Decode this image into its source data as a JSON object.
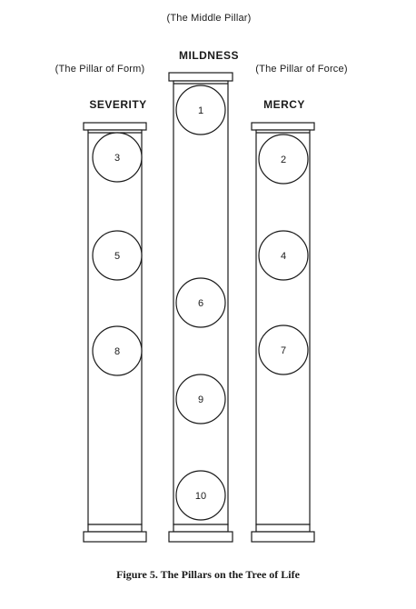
{
  "middle_label": "(The Middle Pillar)",
  "left_label": "(The Pillar of Form)",
  "right_label": "(The Pillar of Force)",
  "pillars": {
    "left": {
      "name": "SEVERITY",
      "spheres": [
        "3",
        "5",
        "8"
      ]
    },
    "middle": {
      "name": "MILDNESS",
      "spheres": [
        "1",
        "6",
        "9",
        "10"
      ]
    },
    "right": {
      "name": "MERCY",
      "spheres": [
        "2",
        "4",
        "7"
      ]
    }
  },
  "caption": "Figure 5. The Pillars on the Tree of Life",
  "colors": {
    "ink": "#1a1a1a",
    "background": "#ffffff"
  }
}
